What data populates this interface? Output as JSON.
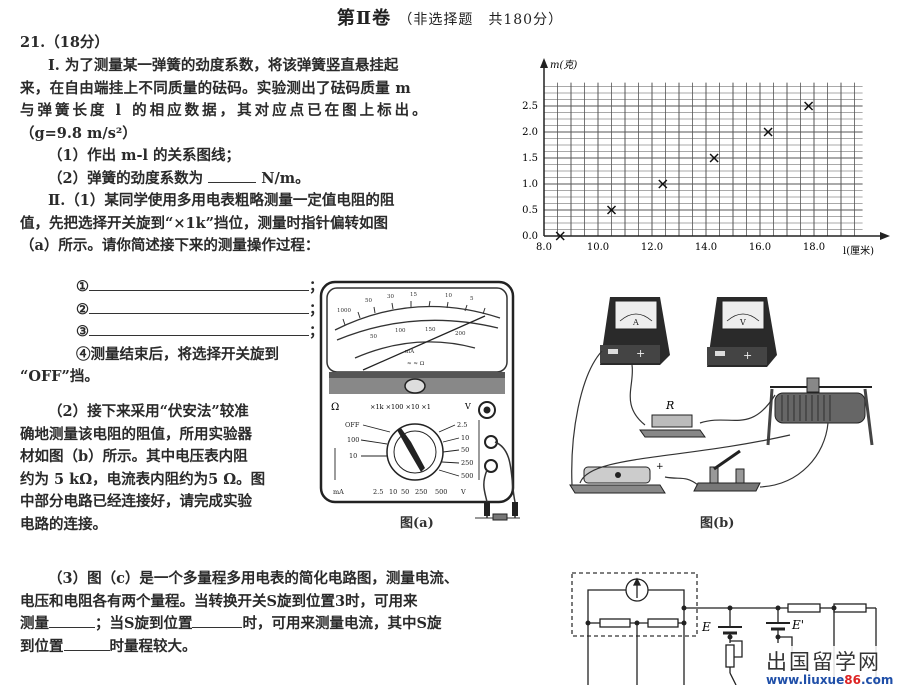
{
  "header": {
    "title": "第Ⅱ卷",
    "subtitle": "（非选择题　共180分）"
  },
  "question": {
    "number": "21.（18分）",
    "part1": {
      "lines": [
        "Ⅰ. 为了测量某一弹簧的劲度系数，将该弹簧竖直悬挂起",
        "来，在自由端挂上不同质量的砝码。实验测出了砝码质量 m",
        "与弹簧长度 l 的相应数据，其对应点已在图上标出。",
        "（g=9.8 m/s²）"
      ],
      "q1": "（1）作出 m-l 的关系图线；",
      "q2_pre": "（2）弹簧的劲度系数为",
      "q2_post": "N/m。"
    },
    "part2": {
      "intro_lines": [
        "Ⅱ.（1）某同学使用多用电表粗略测量一定值电阻的阻",
        "值，先把选择开关旋到“×1k”挡位，测量时指针偏转如图",
        "（a）所示。请你简述接下来的测量操作过程："
      ],
      "steps": [
        "①",
        "②",
        "③"
      ],
      "step_end": "；",
      "step4_lines": [
        "④测量结束后，将选择开关旋到",
        "“OFF”挡。"
      ],
      "q2_lines": [
        "（2）接下来采用“伏安法”较准",
        "确地测量该电阻的阻值，所用实验器",
        "材如图（b）所示。其中电压表内阻",
        "约为 5 kΩ，电流表内阻约为5 Ω。图",
        "中部分电路已经连接好，请完成实验",
        "电路的连接。"
      ],
      "q3": {
        "line1": "（3）图（c）是一个多量程多用电表的简化电路图，测量电流、",
        "line2": "电压和电阻各有两个量程。当转换开关S旋到位置3时，可用来",
        "line3_a": "测量",
        "line3_b": "；当S旋到位置",
        "line3_c": "时，可用来测量电流，其中S旋",
        "line4_a": "到位置",
        "line4_b": "时量程较大。"
      }
    }
  },
  "figures": {
    "a_caption": "图(a)",
    "b_caption": "图(b)",
    "b_resistor_label": "R",
    "a_dial": {
      "ohm_symbol": "Ω",
      "ranges_top": "×1k ×100 ×10 ×1",
      "left_labels": [
        "OFF",
        "100",
        "10"
      ],
      "right_labels": [
        "2.5",
        "10",
        "50",
        "250",
        "500"
      ],
      "bottom_labels": [
        "2.5",
        "10",
        "50",
        "250",
        "500"
      ],
      "mA": "mA",
      "V_top": "V",
      "V_bottom": "V"
    },
    "c_labels": {
      "E": "E",
      "E_prime": "E'"
    }
  },
  "chart_data": {
    "type": "scatter",
    "title": "",
    "xlabel": "l(厘米)",
    "ylabel": "m(克)",
    "x_ticks": [
      "8.0",
      "10.0",
      "12.0",
      "14.0",
      "16.0",
      "18.0"
    ],
    "y_ticks": [
      "0.0",
      "0.5",
      "1.0",
      "1.5",
      "2.0",
      "2.5"
    ],
    "xlim": [
      8.0,
      19.8
    ],
    "ylim": [
      0.0,
      3.0
    ],
    "grid": true,
    "marker": "x",
    "points": [
      {
        "x": 8.6,
        "y": 0.0
      },
      {
        "x": 10.5,
        "y": 0.5
      },
      {
        "x": 12.4,
        "y": 1.0
      },
      {
        "x": 14.3,
        "y": 1.5
      },
      {
        "x": 16.3,
        "y": 2.0
      },
      {
        "x": 17.8,
        "y": 2.5
      }
    ]
  },
  "watermark": {
    "name": "出国留学网",
    "url_a": "www.liuxue",
    "url_b": "86",
    "url_c": ".com"
  }
}
